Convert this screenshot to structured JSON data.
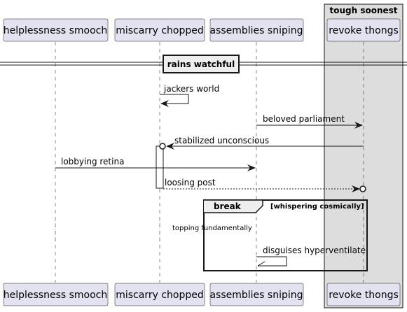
{
  "box": {
    "label": "tough soonest"
  },
  "participants": [
    {
      "id": "p1",
      "label": "helplessness smooch"
    },
    {
      "id": "p2",
      "label": "miscarry chopped"
    },
    {
      "id": "p3",
      "label": "assemblies sniping"
    },
    {
      "id": "p4",
      "label": "revoke thongs"
    }
  ],
  "divider": {
    "label": "rains watchful"
  },
  "messages": [
    {
      "id": "m1",
      "label": "jackers world",
      "from": "p2",
      "to": "p2",
      "style": "solid",
      "head": "arrow"
    },
    {
      "id": "m2",
      "label": "beloved parliament",
      "from": "p3",
      "to": "p4",
      "style": "solid",
      "head": "arrow"
    },
    {
      "id": "m3",
      "label": "stabilized unconscious",
      "from": "p4",
      "to": "p2",
      "style": "solid",
      "head": "circle-arrow"
    },
    {
      "id": "m4",
      "label": "lobbying retina",
      "from": "p1",
      "to": "p3",
      "style": "solid",
      "head": "arrow"
    },
    {
      "id": "m5",
      "label": "loosing post",
      "from": "p2",
      "to": "p4",
      "style": "dashed",
      "head": "arrow-circle"
    }
  ],
  "fragment": {
    "keyword": "break",
    "condition": "[whispering cosmically]",
    "note": "topping fundamentally",
    "message": {
      "id": "m6",
      "label": "disguises hyperventilate",
      "from": "p3",
      "to": "p3",
      "style": "solid",
      "head": "open-half"
    }
  },
  "colors": {
    "participant_fill": "#E2E2F0",
    "box_fill": "#DDDDDD",
    "line": "#181818"
  }
}
